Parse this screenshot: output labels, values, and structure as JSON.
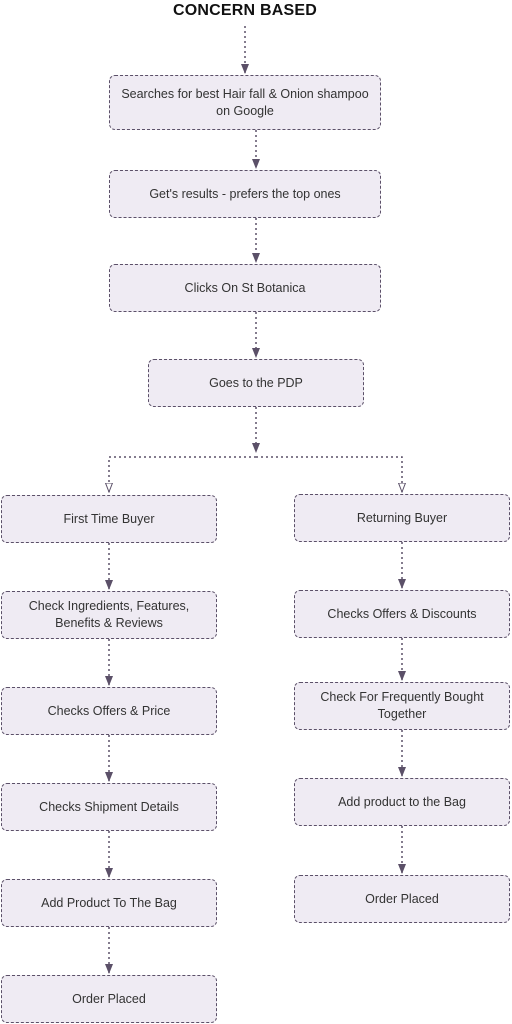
{
  "title": "CONCERN BASED",
  "colors": {
    "node_fill": "#efebf3",
    "node_border": "#5b5068",
    "connector": "#5b5068",
    "text": "#333333"
  },
  "main_flow": [
    {
      "id": "n1",
      "label": "Searches for best Hair fall & Onion shampoo on Google"
    },
    {
      "id": "n2",
      "label": "Get's results - prefers the top ones"
    },
    {
      "id": "n3",
      "label": "Clicks On St Botanica"
    },
    {
      "id": "n4",
      "label": "Goes to the PDP"
    }
  ],
  "branches": {
    "first_time_buyer": [
      {
        "id": "l1",
        "label": "First Time Buyer"
      },
      {
        "id": "l2",
        "label": "Check Ingredients, Features, Benefits & Reviews"
      },
      {
        "id": "l3",
        "label": "Checks Offers & Price"
      },
      {
        "id": "l4",
        "label": "Checks Shipment Details"
      },
      {
        "id": "l5",
        "label": "Add Product To The Bag"
      },
      {
        "id": "l6",
        "label": "Order Placed"
      }
    ],
    "returning_buyer": [
      {
        "id": "r1",
        "label": "Returning Buyer"
      },
      {
        "id": "r2",
        "label": "Checks Offers & Discounts"
      },
      {
        "id": "r3",
        "label": "Check For Frequently Bought Together"
      },
      {
        "id": "r4",
        "label": "Add product to the Bag"
      },
      {
        "id": "r5",
        "label": "Order Placed"
      }
    ]
  }
}
